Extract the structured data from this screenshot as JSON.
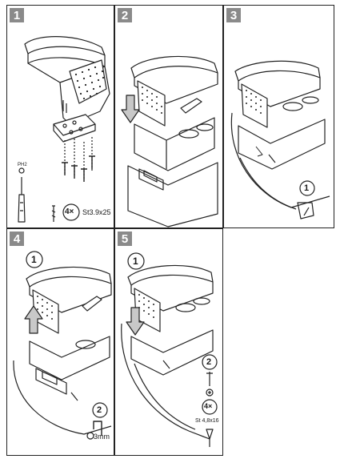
{
  "steps": [
    {
      "number": "1",
      "screw_count": "4×",
      "screw_spec": "St3.9x25",
      "tool": "PH2"
    },
    {
      "number": "2"
    },
    {
      "number": "3",
      "substep": "1"
    },
    {
      "number": "4",
      "substep_a": "1",
      "substep_b": "2",
      "drill": "3mm"
    },
    {
      "number": "5",
      "substep_a": "1",
      "substep_b": "2",
      "screw_count": "4×",
      "screw_spec": "St 4,8x16"
    }
  ],
  "colors": {
    "panel_border": "#222222",
    "step_badge": "#8a8a8a",
    "line": "#222222",
    "arrow_fill": "#c8c8c8"
  }
}
